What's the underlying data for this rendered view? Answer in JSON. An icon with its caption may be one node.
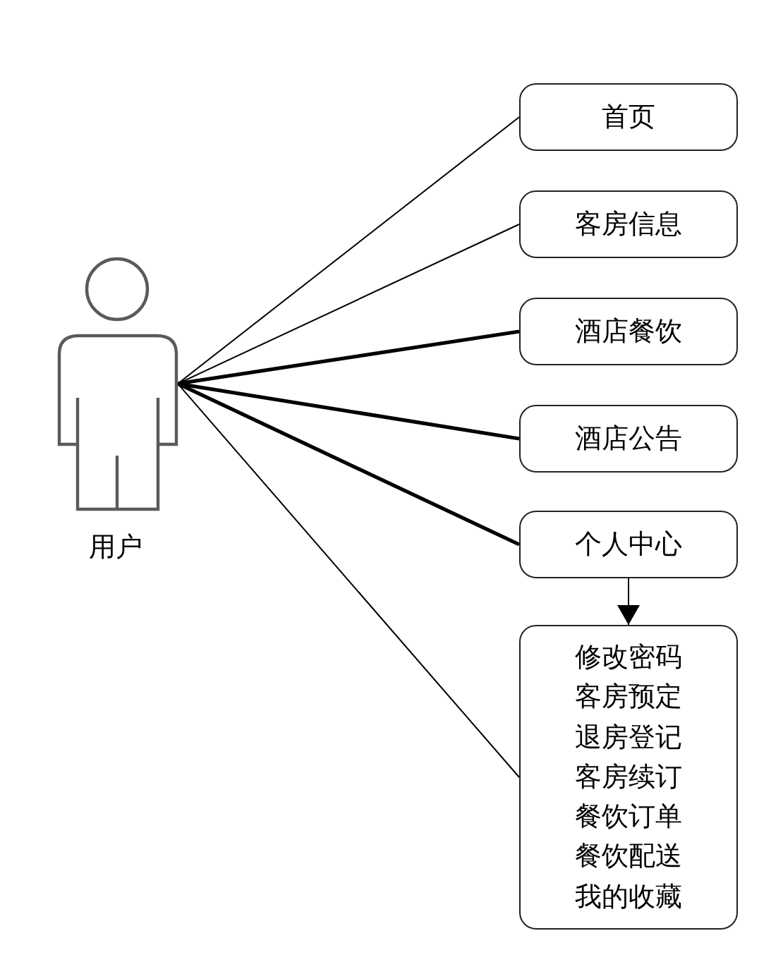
{
  "diagram": {
    "nodes": [
      {
        "text": [
          "用户"
        ]
      },
      {
        "text": [
          "首页"
        ]
      },
      {
        "text": [
          "客房信息"
        ]
      },
      {
        "text": [
          "酒店餐饮"
        ]
      },
      {
        "text": [
          "酒店公告"
        ]
      },
      {
        "text": [
          "个人中心"
        ]
      },
      {
        "text": [
          "修改密码",
          "客房预定",
          "退房登记",
          "客房续订",
          "餐饮订单",
          "餐饮配送",
          "我的收藏"
        ]
      }
    ],
    "edges": [
      {
        "from": 0,
        "to": 1,
        "arrow": "none"
      },
      {
        "from": 0,
        "to": 2,
        "arrow": "none"
      },
      {
        "from": 0,
        "to": 3,
        "arrow": "none",
        "style": "thick"
      },
      {
        "from": 0,
        "to": 4,
        "arrow": "none",
        "style": "thick"
      },
      {
        "from": 0,
        "to": 5,
        "arrow": "none",
        "style": "thick"
      },
      {
        "from": 0,
        "to": 6,
        "arrow": "none"
      },
      {
        "from": 5,
        "to": 6,
        "arrow": "to"
      }
    ]
  }
}
